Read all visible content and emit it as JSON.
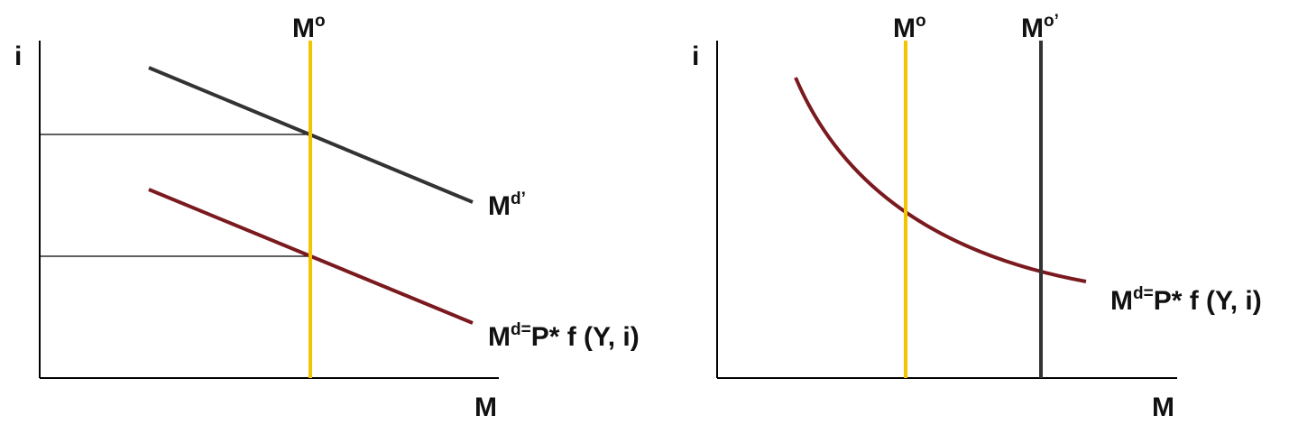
{
  "colors": {
    "axis": "#000000",
    "supply": "#f5c400",
    "supply_shifted": "#333333",
    "demand": "#7a1a1f",
    "demand_shifted": "#333333"
  },
  "left_panel": {
    "y_axis_label": "i",
    "x_axis_label": "M",
    "supply": {
      "base": "M",
      "sup": "o"
    },
    "demand_shifted": {
      "base": "M",
      "sup": "d’"
    },
    "demand": {
      "base": "M",
      "sup": "d=",
      "rest": "P* f (Y, i)"
    }
  },
  "right_panel": {
    "y_axis_label": "i",
    "x_axis_label": "M",
    "supply": {
      "base": "M",
      "sup": "o"
    },
    "supply_shifted": {
      "base": "M",
      "sup": "o’"
    },
    "demand": {
      "base": "M",
      "sup": "d=",
      "rest": "P* f (Y, i)"
    }
  }
}
